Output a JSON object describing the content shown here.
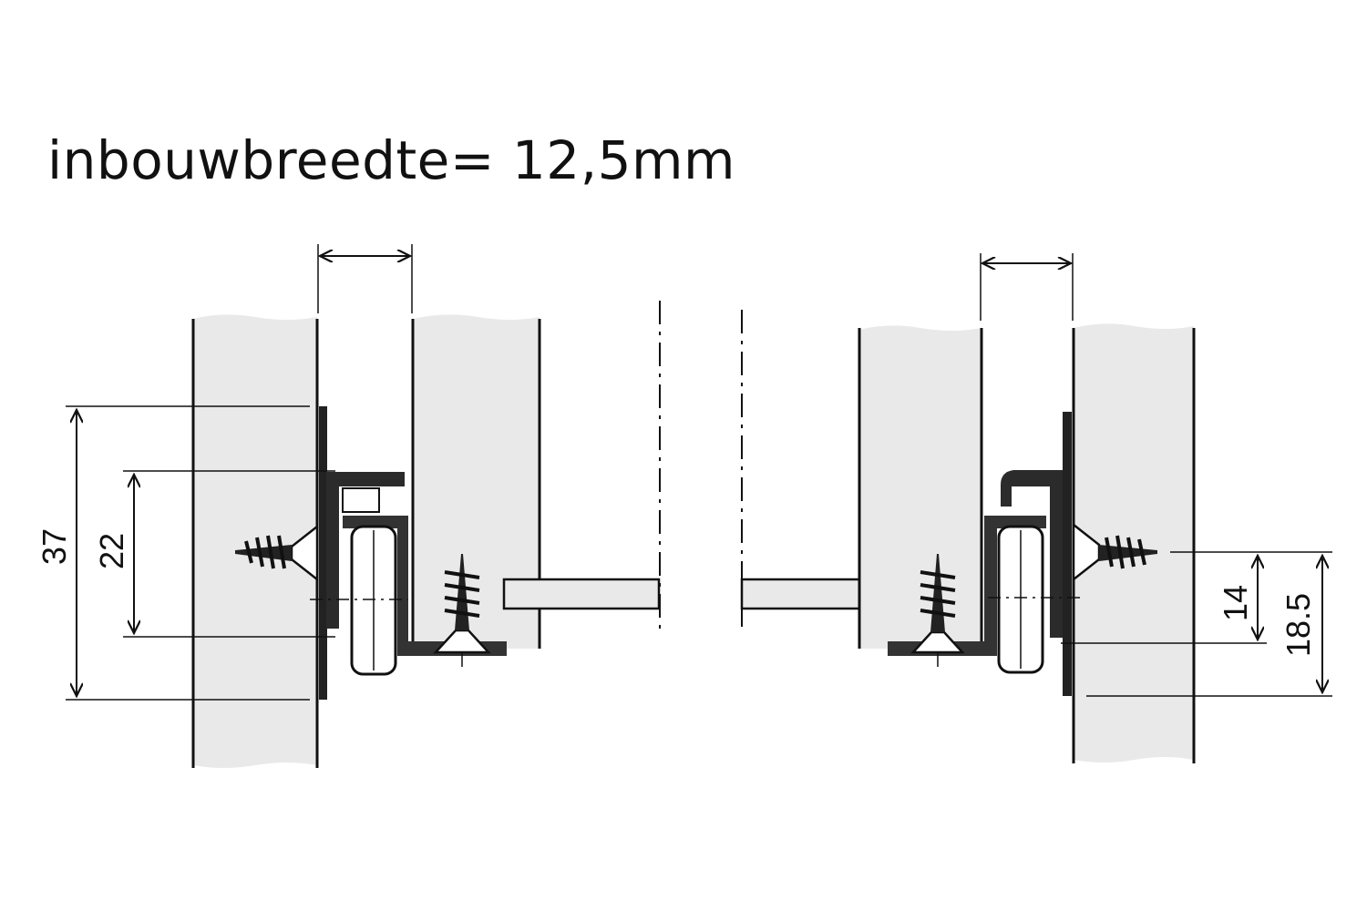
{
  "title": "inbouwbreedte= 12,5mm",
  "dimensions": {
    "left_outer": "37",
    "left_inner": "22",
    "right_inner": "14",
    "right_outer": "18.5"
  },
  "colors": {
    "panel": "#e9e9e9",
    "line": "#111111",
    "metal": "#333333"
  }
}
